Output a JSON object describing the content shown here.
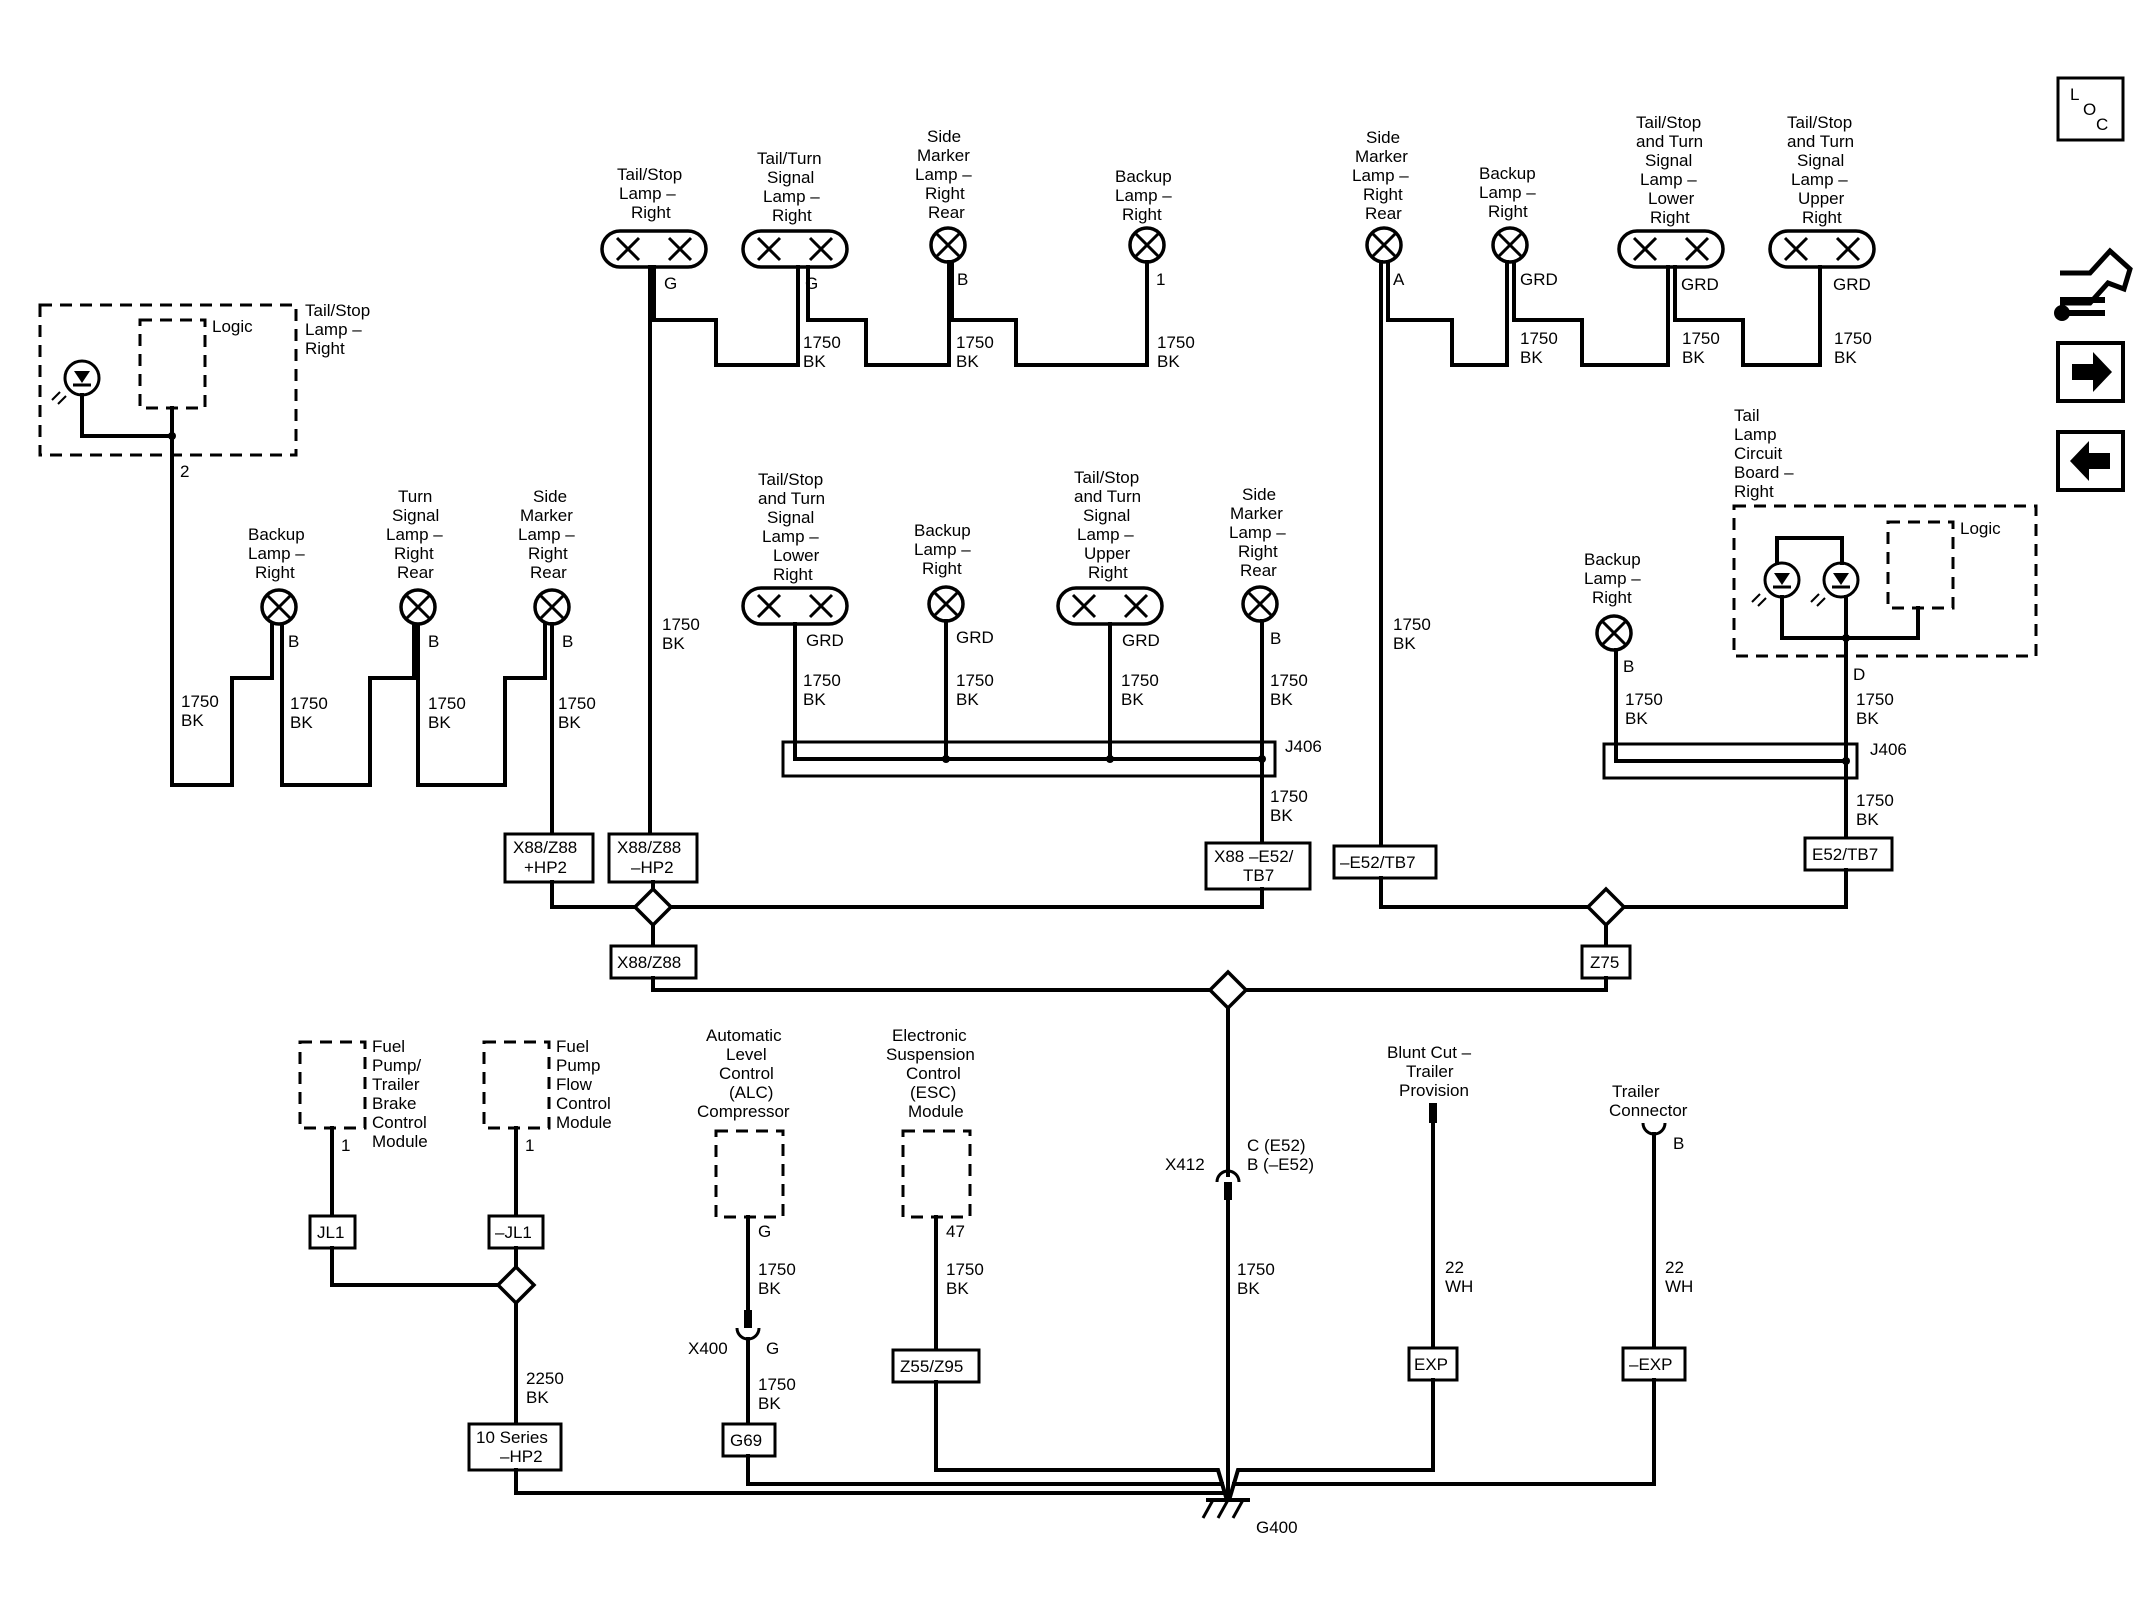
{
  "nav": {
    "loc": [
      "L",
      "O",
      "C"
    ]
  },
  "labels": {
    "left_tail_stop": [
      "Tail/Stop",
      "Lamp –",
      "Right"
    ],
    "logic": "Logic",
    "pin_2": "2",
    "wire_1750": "1750",
    "wire_bk": "BK",
    "wire_2250": "2250",
    "wire_22": "22",
    "wire_wh": "WH",
    "pin_b": "B",
    "pin_g": "G",
    "pin_a": "A",
    "pin_d": "D",
    "pin_1": "1",
    "pin_47": "47",
    "grd": "GRD",
    "backup_lamp_right": [
      "Backup",
      "Lamp –",
      "Right"
    ],
    "turn_signal_right_rear": [
      "Turn",
      "Signal",
      "Lamp –",
      "Right",
      "Rear"
    ],
    "side_marker_right_rear": [
      "Side",
      "Marker",
      "Lamp –",
      "Right",
      "Rear"
    ],
    "tail_stop_right": [
      "Tail/Stop",
      "Lamp –",
      "Right"
    ],
    "tail_turn_signal_right": [
      "Tail/Turn",
      "Signal",
      "Lamp –",
      "Right"
    ],
    "tail_stop_turn_lower": [
      "Tail/Stop",
      "and Turn",
      "Signal",
      "Lamp –",
      "Lower",
      "Right"
    ],
    "tail_stop_turn_upper": [
      "Tail/Stop",
      "and Turn",
      "Signal",
      "Lamp –",
      "Upper",
      "Right"
    ],
    "side_marker_right_rear2": [
      "Side",
      "Marker",
      "Lamp –",
      "Right",
      "Rear"
    ],
    "tail_lamp_circuit_board": [
      "Tail",
      "Lamp",
      "Circuit",
      "Board –",
      "Right"
    ],
    "j406": "J406",
    "x412": "X412",
    "x412_pins": [
      "C (E52)",
      "B (–E52)"
    ],
    "x400": "X400",
    "g400": "G400",
    "fuel_pump_trailer": [
      "Fuel",
      "Pump/",
      "Trailer",
      "Brake",
      "Control",
      "Module"
    ],
    "fuel_pump_flow": [
      "Fuel",
      "Pump",
      "Flow",
      "Control",
      "Module"
    ],
    "alc_compressor": [
      "Automatic",
      "Level",
      "Control",
      "(ALC)",
      "Compressor"
    ],
    "esc_module": [
      "Electronic",
      "Suspension",
      "Control",
      "(ESC)",
      "Module"
    ],
    "blunt_cut": [
      "Blunt Cut –",
      "Trailer",
      "Provision"
    ],
    "trailer_connector": [
      "Trailer",
      "Connector"
    ]
  },
  "options": {
    "x88_z88_hp2_plus": [
      "X88/Z88",
      "+HP2"
    ],
    "x88_z88_hp2_minus": [
      "X88/Z88",
      "–HP2"
    ],
    "x88_e52_tb7": [
      "X88 –E52/",
      "TB7"
    ],
    "minus_e52_tb7": "–E52/TB7",
    "e52_tb7": "E52/TB7",
    "x88_z88": "X88/Z88",
    "z75": "Z75",
    "jl1": "JL1",
    "minus_jl1": "–JL1",
    "series_hp2": [
      "10 Series",
      "–HP2"
    ],
    "g69": "G69",
    "z55_z95": "Z55/Z95",
    "exp": "EXP",
    "minus_exp": "–EXP"
  }
}
